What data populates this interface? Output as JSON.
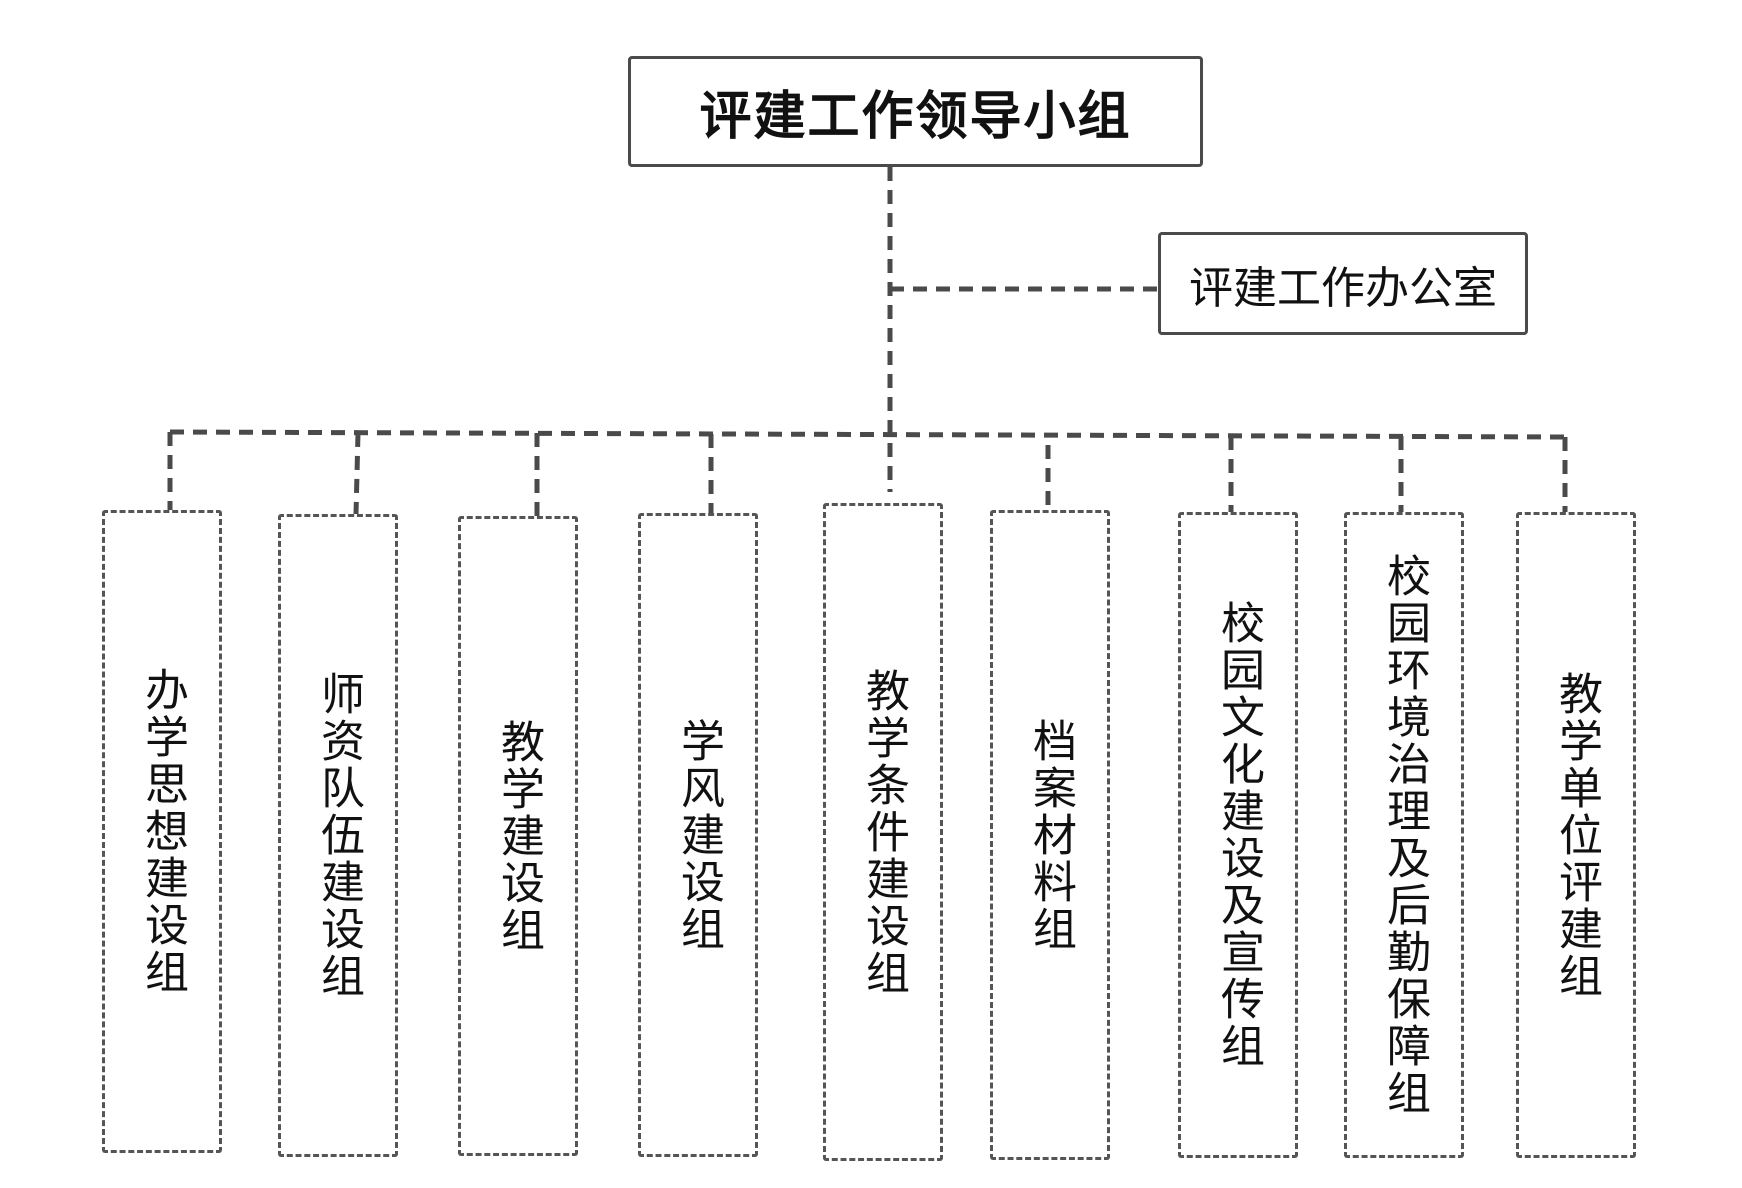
{
  "leader": {
    "label": "评建工作领导小组"
  },
  "office": {
    "label": "评建工作办公室"
  },
  "groups": [
    {
      "label": "办学思想建设组"
    },
    {
      "label": "师资队伍建设组"
    },
    {
      "label": "教学建设组"
    },
    {
      "label": "学风建设组"
    },
    {
      "label": "教学条件建设组"
    },
    {
      "label": "档案材料组"
    },
    {
      "label": "校园文化建设及宣传组"
    },
    {
      "label": "校园环境治理及后勤保障组"
    },
    {
      "label": "教学单位评建组"
    }
  ]
}
